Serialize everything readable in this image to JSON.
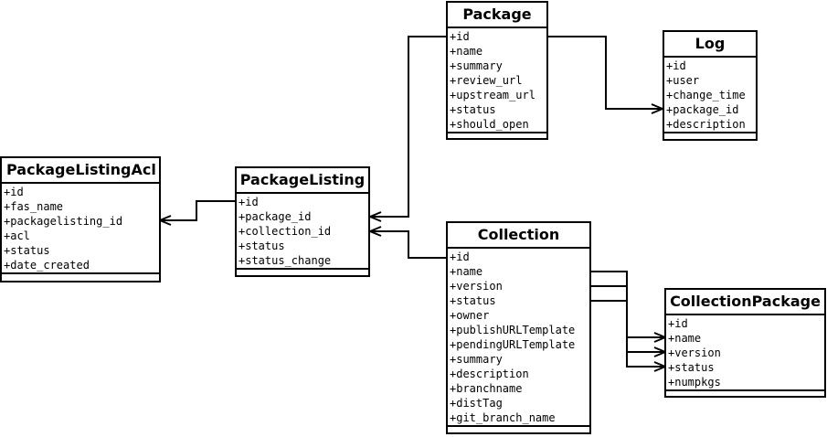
{
  "diagram": {
    "colors": {
      "stroke": "#000000",
      "background": "#ffffff"
    },
    "classes": [
      {
        "key": "package",
        "title": "Package",
        "attributes": [
          "+id",
          "+name",
          "+summary",
          "+review_url",
          "+upstream_url",
          "+status",
          "+should_open"
        ]
      },
      {
        "key": "log",
        "title": "Log",
        "attributes": [
          "+id",
          "+user",
          "+change_time",
          "+package_id",
          "+description"
        ]
      },
      {
        "key": "packagelistingacl",
        "title": "PackageListingAcl",
        "attributes": [
          "+id",
          "+fas_name",
          "+packagelisting_id",
          "+acl",
          "+status",
          "+date_created"
        ]
      },
      {
        "key": "packagelisting",
        "title": "PackageListing",
        "attributes": [
          "+id",
          "+package_id",
          "+collection_id",
          "+status",
          "+status_change"
        ]
      },
      {
        "key": "collection",
        "title": "Collection",
        "attributes": [
          "+id",
          "+name",
          "+version",
          "+status",
          "+owner",
          "+publishURLTemplate",
          "+pendingURLTemplate",
          "+summary",
          "+description",
          "+branchname",
          "+distTag",
          "+git_branch_name"
        ]
      },
      {
        "key": "collectionpackage",
        "title": "CollectionPackage",
        "attributes": [
          "+id",
          "+name",
          "+version",
          "+status",
          "+numpkgs"
        ]
      }
    ],
    "relations": [
      {
        "from": "package",
        "to": "log"
      },
      {
        "from": "package",
        "to": "packagelisting"
      },
      {
        "from": "collection",
        "to": "packagelisting"
      },
      {
        "from": "packagelisting",
        "to": "packagelistingacl"
      },
      {
        "from": "collection",
        "to": "collectionpackage",
        "attribute": "name"
      },
      {
        "from": "collection",
        "to": "collectionpackage",
        "attribute": "version"
      },
      {
        "from": "collection",
        "to": "collectionpackage",
        "attribute": "status"
      }
    ]
  }
}
